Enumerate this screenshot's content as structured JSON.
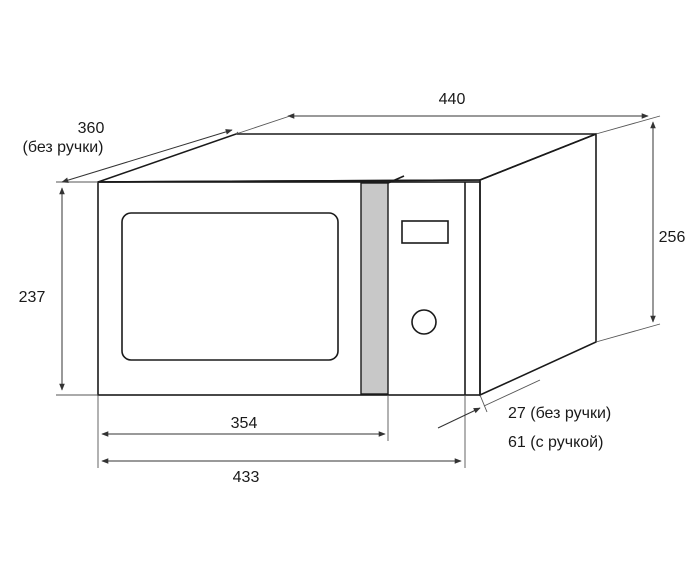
{
  "dimensions": {
    "width_total": "440",
    "depth_line1": "360",
    "depth_line2": "(без ручки)",
    "height_left": "237",
    "height_right": "256",
    "window_width": "354",
    "front_width": "433",
    "handle_depth_line1": "27 (без ручки)",
    "handle_depth_line2": "61 (с ручкой)"
  },
  "colors": {
    "outline": "#1a1a1a",
    "handle_fill": "#c8c8c8",
    "background": "#ffffff"
  }
}
